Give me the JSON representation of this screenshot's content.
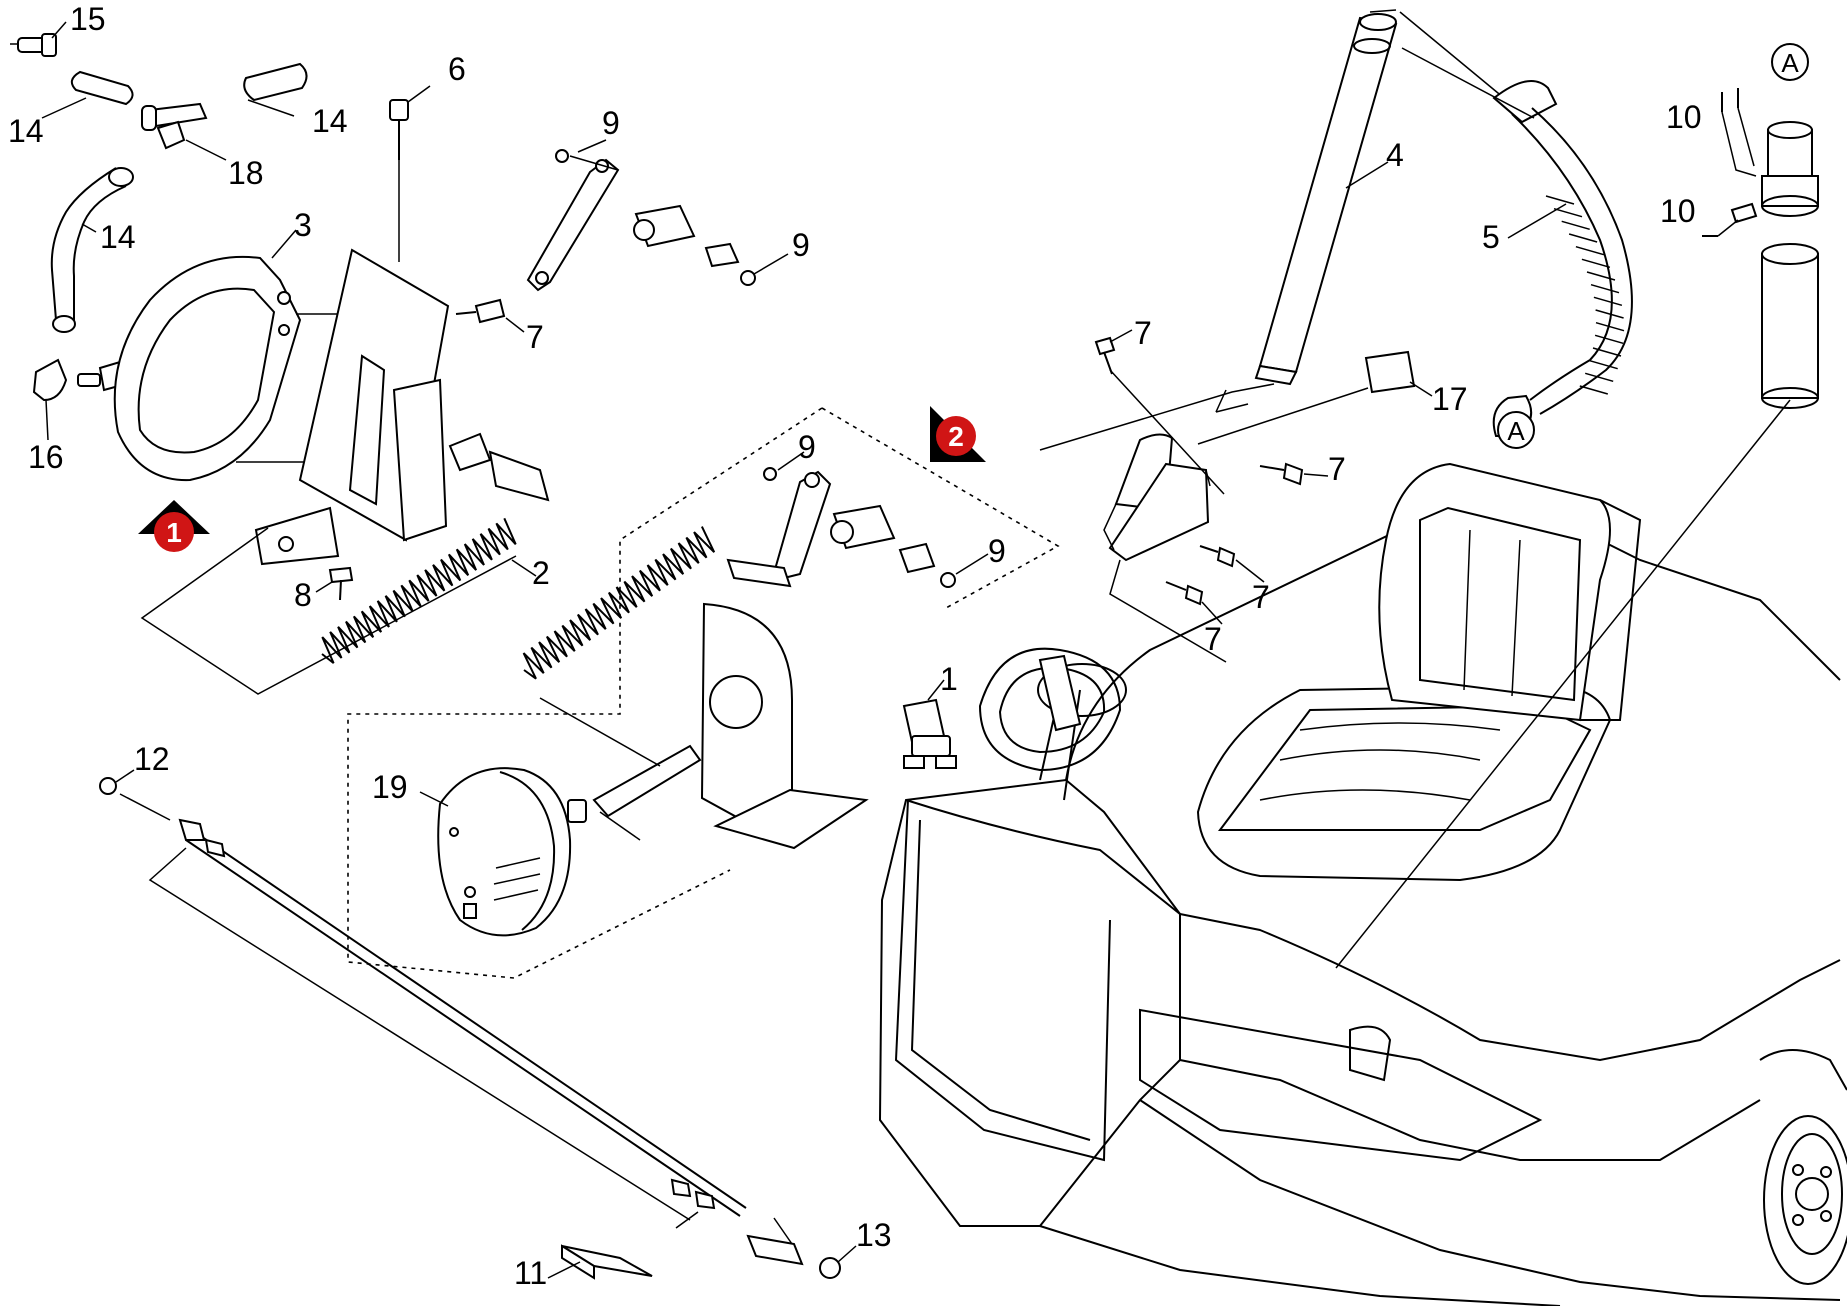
{
  "labels": {
    "p1": "1",
    "p2": "2",
    "p3": "3",
    "p4": "4",
    "p5": "5",
    "p6": "6",
    "p7a": "7",
    "p7b": "7",
    "p7c": "7",
    "p7d": "7",
    "p7e": "7",
    "p8": "8",
    "p9a": "9",
    "p9b": "9",
    "p9c": "9",
    "p9d": "9",
    "p10a": "10",
    "p10b": "10",
    "p11": "11",
    "p12": "12",
    "p13": "13",
    "p14a": "14",
    "p14b": "14",
    "p14c": "14",
    "p15": "15",
    "p16": "16",
    "p17": "17",
    "p18": "18",
    "p19": "19"
  },
  "connectors": {
    "a1": "A",
    "a2": "A"
  },
  "markers": {
    "m1": "1",
    "m2": "2"
  },
  "colors": {
    "marker_red": "#d01515",
    "marker_shadow": "#000000",
    "line": "#000000"
  }
}
